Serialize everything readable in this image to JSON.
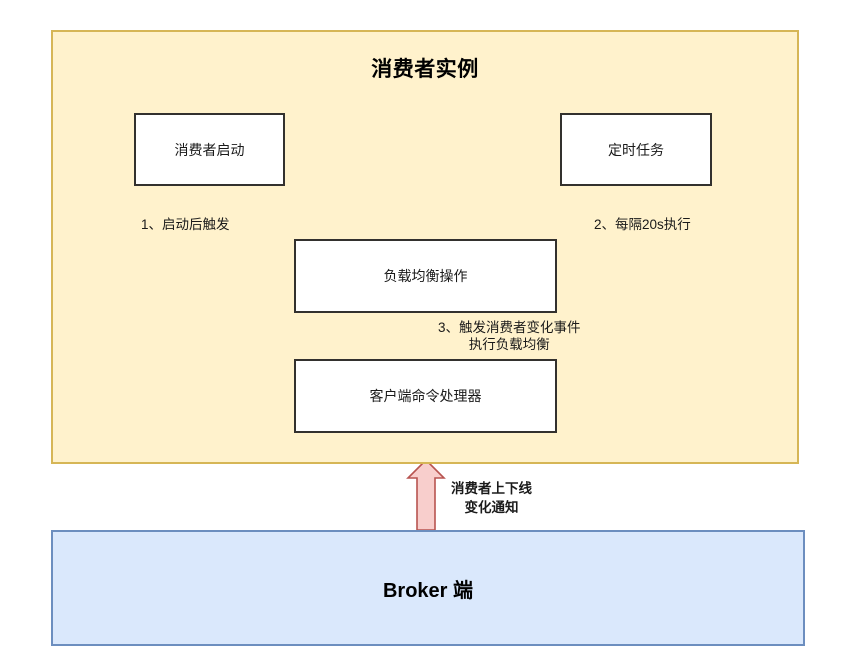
{
  "diagram": {
    "type": "flowchart",
    "consumer_container": {
      "title": "消费者实例",
      "fill": "#fff2cc",
      "stroke": "#d6b656"
    },
    "broker_container": {
      "title": "Broker 端",
      "fill": "#dae8fc",
      "stroke": "#6c8ebf"
    },
    "nodes": {
      "consumer_start": "消费者启动",
      "scheduled_task": "定时任务",
      "load_balance": "负载均衡操作",
      "client_handler": "客户端命令处理器"
    },
    "edge_labels": {
      "edge1": "1、启动后触发",
      "edge2": "2、每隔20s执行",
      "edge3_line1": "3、触发消费者变化事件",
      "edge3_line2": "执行负载均衡",
      "broker_notify_line1": "消费者上下线",
      "broker_notify_line2": "变化通知"
    },
    "arrow": {
      "fill": "#f8cecc",
      "stroke": "#b85450"
    },
    "connector_color": "#33312e"
  }
}
